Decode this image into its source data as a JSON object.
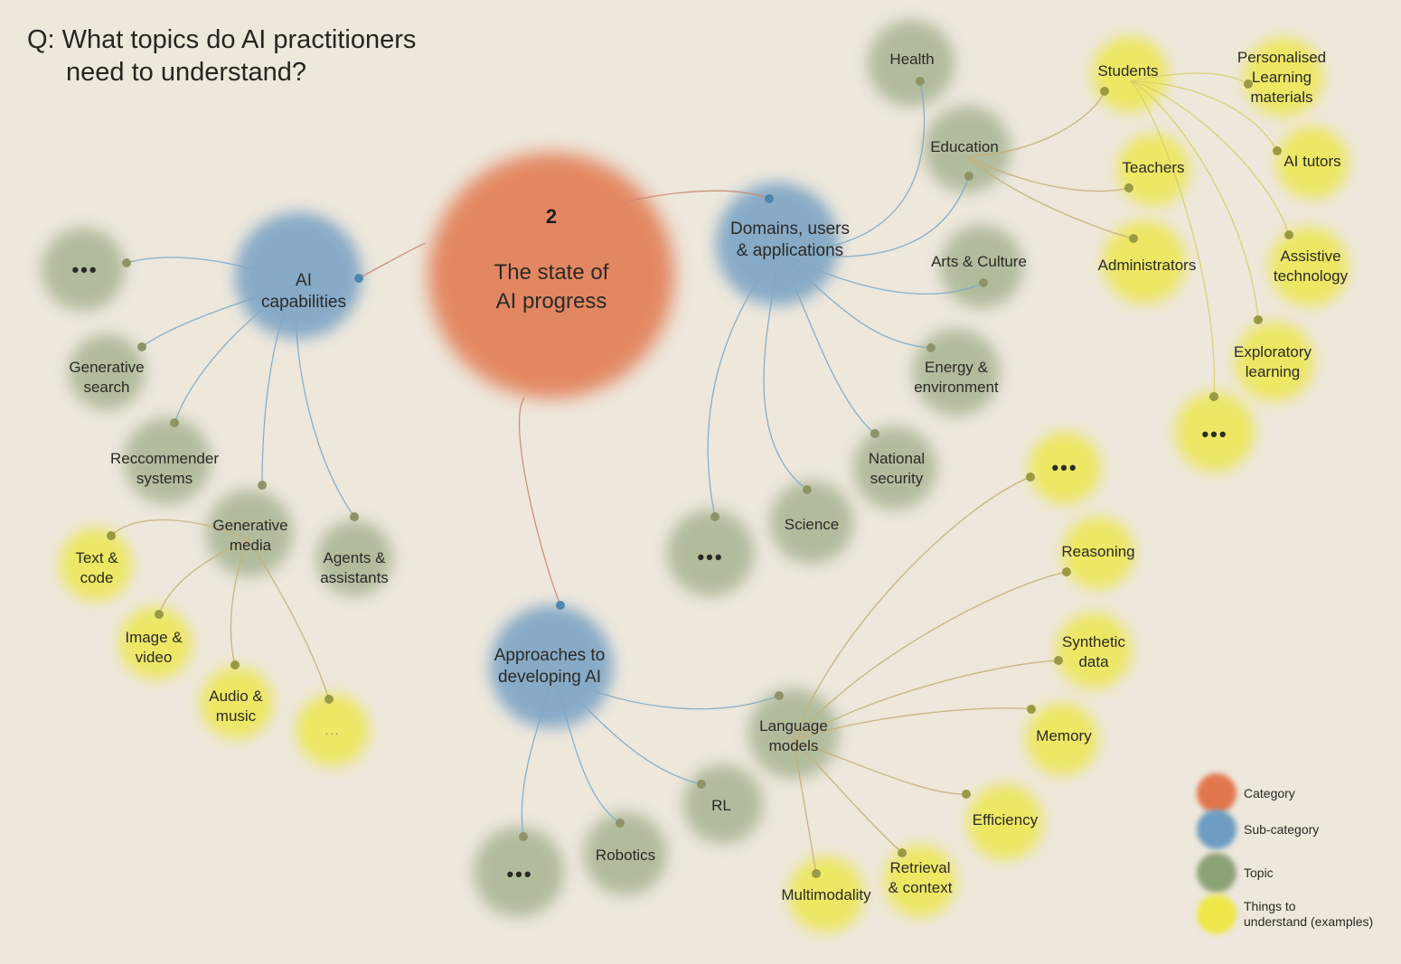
{
  "question": {
    "line1": "Q: What topics do AI practitioners",
    "line2": "need to understand?"
  },
  "colors": {
    "background": "#ede7dc",
    "category": "#e2774d",
    "sub_category": "#6e9cc3",
    "topic": "#8ea277",
    "thing": "#ede74a",
    "category_dot": "#b86a4e",
    "sub_category_dot": "#4f88ac",
    "topic_dot": "#8f9468",
    "thing_dot": "#9a9a42",
    "line_category": "#c98872",
    "line_sub": "#7fa9c4",
    "line_topic": "#c4b07a",
    "line_thing": "#d8cf6a"
  },
  "category": {
    "number": "2",
    "label": "The state of\nAI progress"
  },
  "nodes": [
    {
      "id": "capabilities",
      "kind": "sub",
      "label": "AI\ncapabilities"
    },
    {
      "id": "domains",
      "kind": "sub",
      "label": "Domains, users\n& applications"
    },
    {
      "id": "approaches",
      "kind": "sub",
      "label": "Approaches to\ndeveloping AI"
    },
    {
      "id": "cap_more",
      "kind": "topic",
      "label": "•••"
    },
    {
      "id": "gen_search",
      "kind": "topic",
      "label": "Generative\nsearch"
    },
    {
      "id": "recommender",
      "kind": "topic",
      "label": "Reccommender\nsystems"
    },
    {
      "id": "gen_media",
      "kind": "topic",
      "label": "Generative\nmedia"
    },
    {
      "id": "agents",
      "kind": "topic",
      "label": "Agents &\nassistants"
    },
    {
      "id": "text_code",
      "kind": "thing",
      "label": "Text &\ncode"
    },
    {
      "id": "image_video",
      "kind": "thing",
      "label": "Image &\nvideo"
    },
    {
      "id": "audio_music",
      "kind": "thing",
      "label": "Audio &\nmusic"
    },
    {
      "id": "media_more",
      "kind": "thing",
      "label": "..."
    },
    {
      "id": "health",
      "kind": "topic",
      "label": "Health"
    },
    {
      "id": "education",
      "kind": "topic",
      "label": "Education"
    },
    {
      "id": "arts",
      "kind": "topic",
      "label": "Arts & Culture"
    },
    {
      "id": "energy",
      "kind": "topic",
      "label": "Energy &\nenvironment"
    },
    {
      "id": "security",
      "kind": "topic",
      "label": "National\nsecurity"
    },
    {
      "id": "science",
      "kind": "topic",
      "label": "Science"
    },
    {
      "id": "domains_more",
      "kind": "topic",
      "label": "•••"
    },
    {
      "id": "students",
      "kind": "thing",
      "label": "Students"
    },
    {
      "id": "teachers",
      "kind": "thing",
      "label": "Teachers"
    },
    {
      "id": "administrators",
      "kind": "thing",
      "label": "Administrators"
    },
    {
      "id": "personalised",
      "kind": "thing",
      "label": "Personalised\nLearning\nmaterials"
    },
    {
      "id": "tutors",
      "kind": "thing",
      "label": "AI tutors"
    },
    {
      "id": "assistive",
      "kind": "thing",
      "label": "Assistive\ntechnology"
    },
    {
      "id": "exploratory",
      "kind": "thing",
      "label": "Exploratory\nlearning"
    },
    {
      "id": "students_more",
      "kind": "thing",
      "label": "•••"
    },
    {
      "id": "language_models",
      "kind": "topic",
      "label": "Language\nmodels"
    },
    {
      "id": "rl",
      "kind": "topic",
      "label": "RL"
    },
    {
      "id": "robotics",
      "kind": "topic",
      "label": "Robotics"
    },
    {
      "id": "approaches_more",
      "kind": "topic",
      "label": "•••"
    },
    {
      "id": "lm_more",
      "kind": "thing",
      "label": "•••"
    },
    {
      "id": "reasoning",
      "kind": "thing",
      "label": "Reasoning"
    },
    {
      "id": "synthetic",
      "kind": "thing",
      "label": "Synthetic\ndata"
    },
    {
      "id": "memory",
      "kind": "thing",
      "label": "Memory"
    },
    {
      "id": "efficiency",
      "kind": "thing",
      "label": "Efficiency"
    },
    {
      "id": "retrieval",
      "kind": "thing",
      "label": "Retrieval\n& context"
    },
    {
      "id": "multimodality",
      "kind": "thing",
      "label": "Multimodality"
    }
  ],
  "legend": [
    {
      "kind": "category",
      "label": "Category"
    },
    {
      "kind": "sub",
      "label": "Sub-category"
    },
    {
      "kind": "topic",
      "label": "Topic"
    },
    {
      "kind": "thing",
      "label": "Things to\nunderstand (examples)"
    }
  ]
}
